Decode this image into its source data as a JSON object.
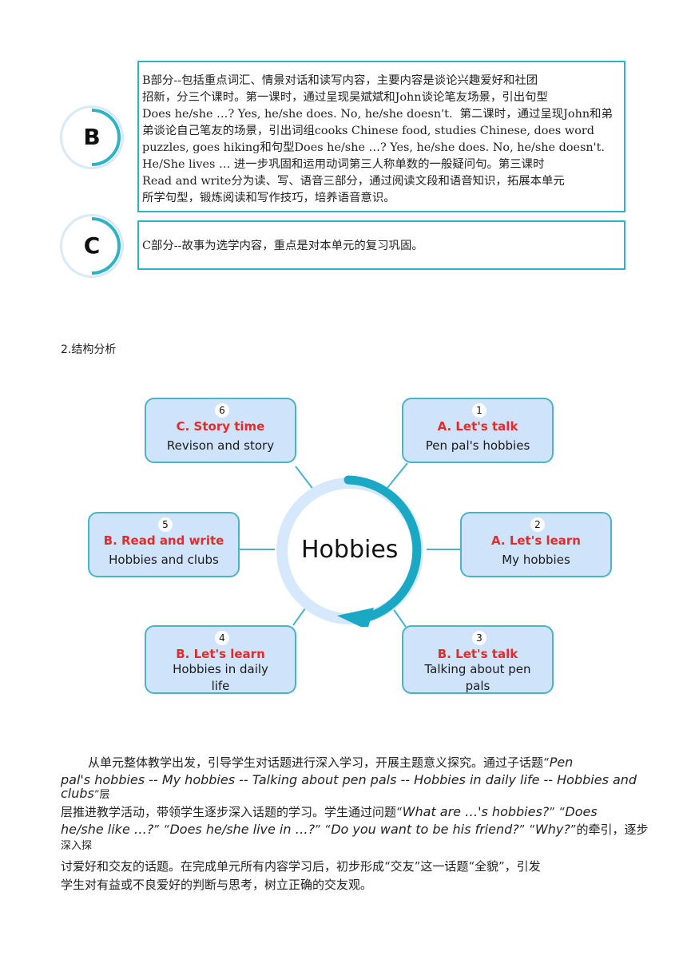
{
  "section_b": {
    "badge": "B",
    "lines": [
      "B部分--包括重点词汇、情景对话和读写内容，主要内容是谈论兴趣爱好和社团",
      "招新，分三个课时。第一课时，通过呈现吴斌斌和John谈论笔友场景，引出句型",
      "Does he/she …? Yes, he/she does. No, he/she doesn't.  第二课时，通过呈现John和弟",
      "弟谈论自己笔友的场景，引出词组cooks Chinese food, studies Chinese, does word",
      "puzzles, goes hiking和句型Does he/she …? Yes, he/she does. No, he/she doesn't.",
      "He/She lives … 进一步巩固和运用动词第三人称单数的一般疑问句。第三课时",
      "Read and write分为读、写、语音三部分，通过阅读文段和语音知识，拓展本单元",
      "所学句型，锻炼阅读和写作技巧，培养语音意识。"
    ]
  },
  "section_c": {
    "badge": "C",
    "text": "C部分--故事为选学内容，重点是对本单元的复习巩固。"
  },
  "heading": "2.结构分析",
  "diagram": {
    "hub": "Hobbies",
    "nodes": [
      {
        "num": "6",
        "title": "C. Story time",
        "sub": "Revison and story"
      },
      {
        "num": "1",
        "title": "A. Let's talk",
        "sub": "Pen pal's hobbies"
      },
      {
        "num": "5",
        "title": "B. Read and write",
        "sub": "Hobbies and clubs"
      },
      {
        "num": "2",
        "title": "A. Let's learn",
        "sub": "My hobbies"
      },
      {
        "num": "4",
        "title": "B. Let's learn",
        "sub_lines": [
          "Hobbies in daily",
          "life"
        ]
      },
      {
        "num": "3",
        "title": "B. Let's talk",
        "sub_lines": [
          "Talking about pen",
          "pals"
        ]
      }
    ],
    "colors": {
      "node_fill": "#cfe3fb",
      "node_border": "#4ab3c8",
      "title": "#e52a2a",
      "arrow": "#1aa8c4",
      "ring": "#d6e8fb"
    }
  },
  "paragraph": {
    "l1": "从单元整体教学出发，引导学生对话题进行深入学习，开展主题意义探究。通过子话题“",
    "l1_it": "Pen",
    "l2_it": "pal's hobbies -- My hobbies -- Talking about pen pals -- Hobbies in daily life -- Hobbies and",
    "l3_it": "clubs",
    "l3": "”层",
    "l4a": "层推进教学活动，带领学生逐步深入话题的学习。学生通过问题“",
    "l4_it": "What are …'s hobbies?",
    "l4b": "” “",
    "l4_it2": "Does",
    "l5_it": "he/she like …?",
    "l5a": "” “",
    "l5_it2": "Does he/she live in …?",
    "l5b": "” “",
    "l5_it3": "Do you want to be his friend?",
    "l5c": "” “",
    "l5_it4": "Why?",
    "l5d": "”的牵引，逐步",
    "l6": "深入探",
    "l7": "讨爱好和交友的话题。在完成单元所有内容学习后，初步形成“交友”这一话题“全貌”，引发",
    "l8": "学生对有益或不良爱好的判断与思考，树立正确的交友观。"
  }
}
